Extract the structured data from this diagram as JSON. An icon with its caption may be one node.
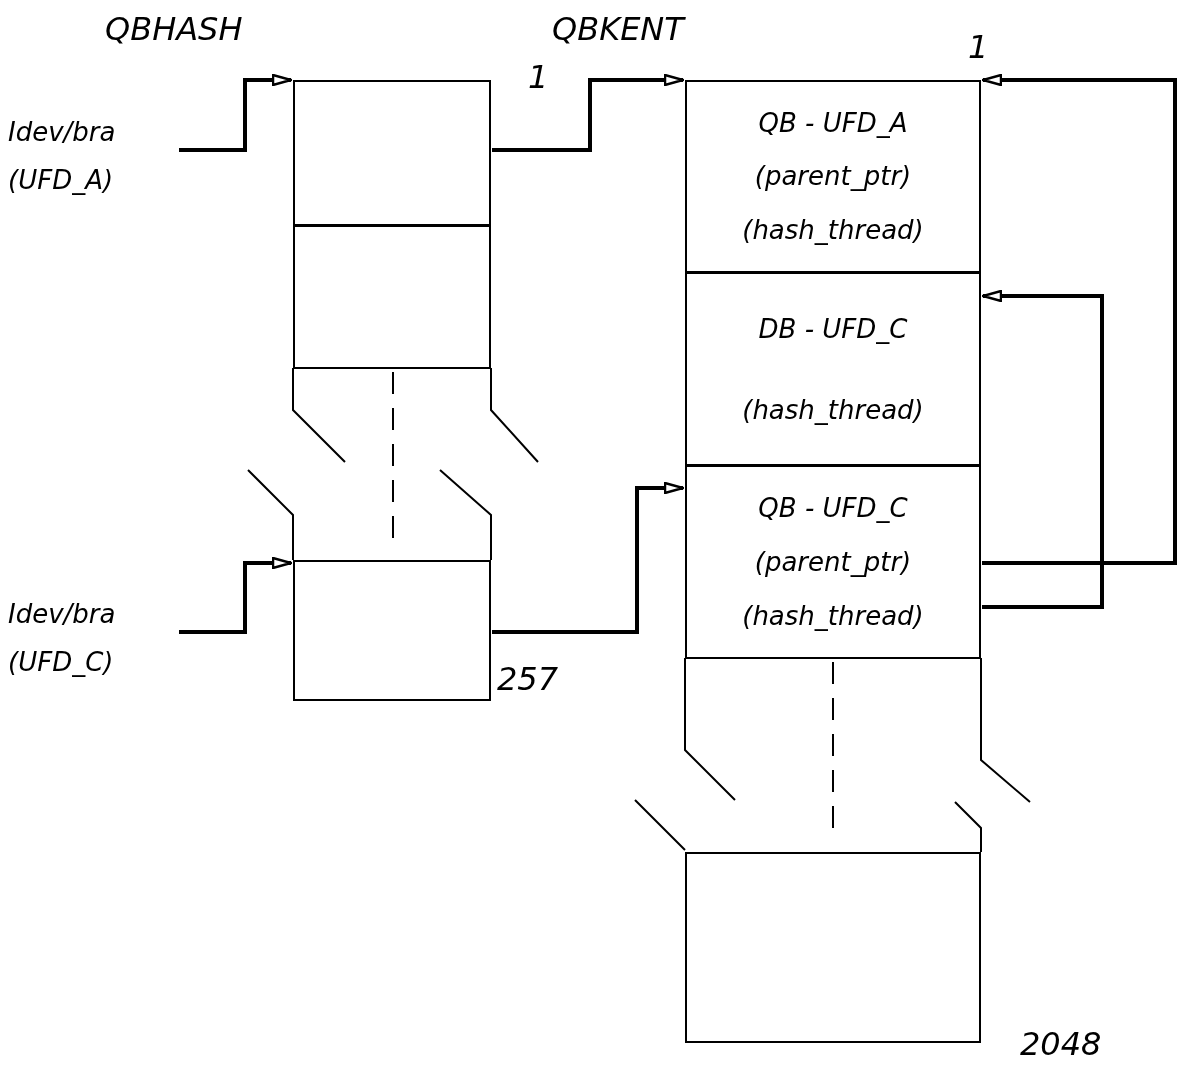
{
  "diagram": {
    "nodes": [
      {
        "text": [
          "Idev/bra (UFD_A)"
        ]
      },
      {
        "text": [],
        "shape": "box"
      },
      {
        "text": [],
        "shape": "box"
      },
      {
        "text": [],
        "shape": "box",
        "beside": [
          "257"
        ]
      },
      {
        "text": [
          "Idev/bra (UFD_C)"
        ]
      },
      {
        "text": [
          "QB - UFD_A",
          "(parent_ptr)",
          "(hash_thread)"
        ]
      },
      {
        "text": [
          "DB - UFD_C",
          "(hash_thread)"
        ]
      },
      {
        "text": [
          "QB - UFD_C",
          "(parent_ptr)",
          "(hash_thread)"
        ]
      },
      {
        "text": [],
        "shape": "box",
        "beside": [
          "2048"
        ]
      }
    ],
    "edges": [
      {
        "from": 0,
        "to": 1,
        "arrow": "to"
      },
      {
        "from": 1,
        "to": 5,
        "arrow": "to"
      },
      {
        "from": 4,
        "to": 3,
        "arrow": "to"
      },
      {
        "from": 3,
        "to": 7,
        "arrow": "to"
      },
      {
        "from": 7,
        "to": 5,
        "arrow": "to"
      },
      {
        "from": 7,
        "to": 6,
        "arrow": "to"
      }
    ],
    "labels": [
      "QBHASH",
      "QBKENT",
      "1",
      "1"
    ]
  }
}
